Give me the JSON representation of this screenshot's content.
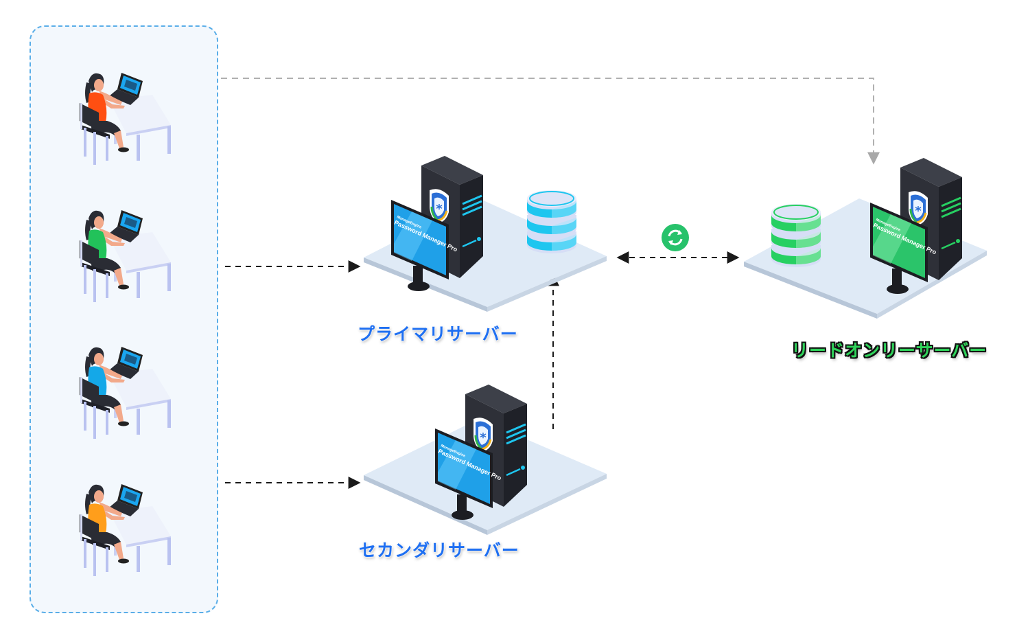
{
  "diagram": {
    "title": "Password Manager Pro high-availability architecture",
    "users": [
      {
        "id": "user-1",
        "shirt_color": "#ff4f12"
      },
      {
        "id": "user-2",
        "shirt_color": "#22c25a"
      },
      {
        "id": "user-3",
        "shirt_color": "#14a8e8"
      },
      {
        "id": "user-4",
        "shirt_color": "#ff9e1b"
      }
    ],
    "servers": {
      "primary": {
        "label": "プライマリサーバー",
        "accent": "#1ec6ef",
        "monitor_brand": "ManageEngine",
        "monitor_product": "Password Manager Pro",
        "has_database": true
      },
      "secondary": {
        "label": "セカンダリサーバー",
        "accent": "#1ec6ef",
        "monitor_brand": "ManageEngine",
        "monitor_product": "Password Manager Pro",
        "has_database": false
      },
      "read_only": {
        "label": "リードオンリーサーバー",
        "accent": "#27d062",
        "monitor_brand": "ManageEngine",
        "monitor_product": "Password Manager Pro",
        "has_database": true
      }
    },
    "connections": [
      {
        "from": "users",
        "to": "read_only",
        "style": "dashed-gray",
        "direction": "one-way"
      },
      {
        "from": "users",
        "to": "primary",
        "style": "dashed-black",
        "direction": "one-way"
      },
      {
        "from": "users",
        "to": "secondary",
        "style": "dashed-black",
        "direction": "one-way"
      },
      {
        "from": "secondary",
        "to": "primary-database",
        "style": "dashed-black",
        "direction": "one-way"
      },
      {
        "from": "primary-database",
        "to": "read_only-database",
        "style": "dashed-black",
        "direction": "two-way",
        "icon": "sync-icon"
      }
    ],
    "colors": {
      "user_group_border": "#5aaee8",
      "user_group_fill": "#f3f8fd",
      "platform": "#dfeaf6",
      "server_body": "#2e3038",
      "sync_icon": "#27c26b",
      "primary_label": "#1e6ff2",
      "readonly_label": "#2fd35a"
    }
  }
}
